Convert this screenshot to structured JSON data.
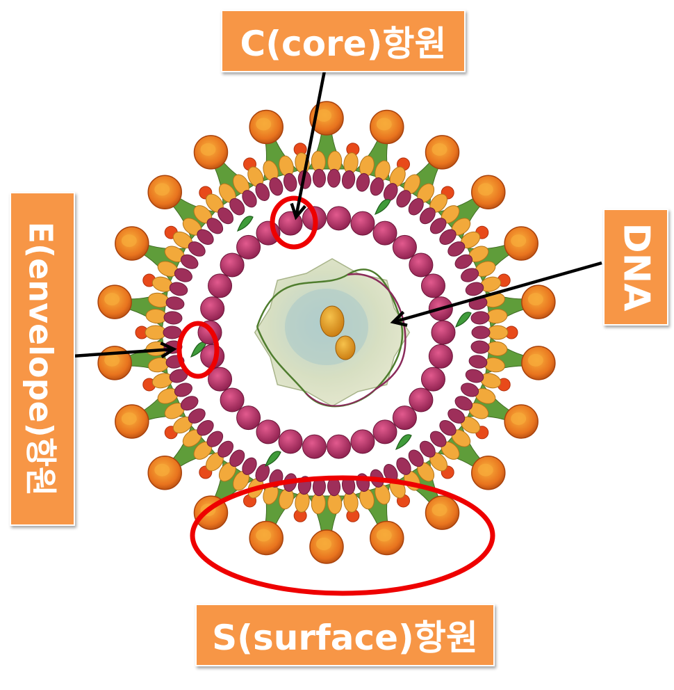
{
  "labels": {
    "core": "C(core)항원",
    "envelope": "E(envelope)항원",
    "dna": "DNA",
    "surface": "S(surface)항원"
  },
  "colors": {
    "label_bg": "#f79646",
    "label_text": "#ffffff",
    "highlight": "#ee0000",
    "arrow": "#000000",
    "core_bead": "#b8336a",
    "envelope_bead": "#f2a93b",
    "envelope_dark": "#9e2f5a",
    "spike_stem": "#5f9d3a",
    "spike_head": "#e8731e",
    "nucleus": "#dfe4c8"
  },
  "icons": {
    "spike": "surface-protein-spike-icon",
    "core_bead": "core-protein-bead-icon",
    "envelope_triangle": "envelope-protein-triangle-icon"
  }
}
